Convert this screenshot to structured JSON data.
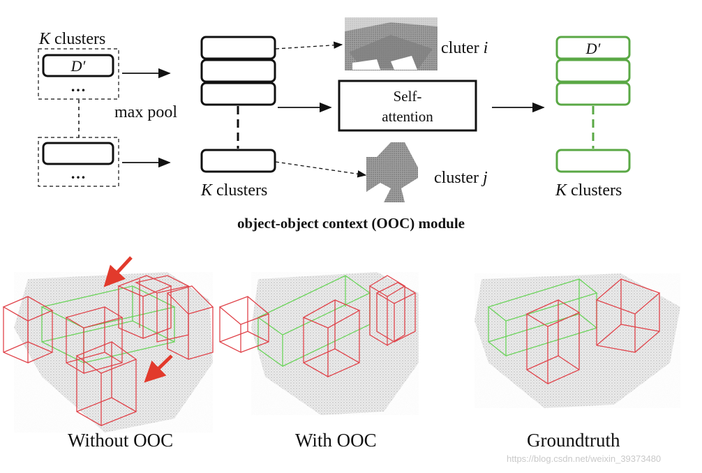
{
  "diagram": {
    "left_group_title_var": "K",
    "left_group_title_rest": " clusters",
    "feature_label": "D′",
    "ellipsis": "…",
    "max_pool": "max pool",
    "self_attention_line1": "Self-",
    "self_attention_line2": "attention",
    "cluster_i_text": "cluter ",
    "cluster_i_var": "i",
    "cluster_j_text": "cluster ",
    "cluster_j_var": "j",
    "mid_k_var": "K",
    "mid_k_rest": " clusters",
    "right_feature_label": "D′",
    "right_k_var": "K",
    "right_k_rest": " clusters",
    "module_title": "object-object context (OOC) module",
    "colors": {
      "black": "#111111",
      "green": "#5aa845",
      "red": "#e23a2c",
      "box_red": "#e0434a",
      "box_green": "#6ad35a"
    }
  },
  "panels": [
    {
      "caption": "Without OOC"
    },
    {
      "caption": "With OOC"
    },
    {
      "caption": "Groundtruth"
    }
  ],
  "watermark": "https://blog.csdn.net/weixin_39373480"
}
